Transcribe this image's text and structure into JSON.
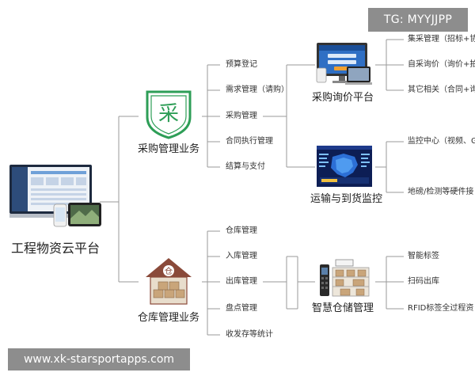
{
  "platform": {
    "label": "工程物资云平台"
  },
  "procurement": {
    "title": "采购管理业务",
    "icon_char": "采",
    "items": [
      "预算登记",
      "需求管理（请购）",
      "采购管理",
      "合同执行管理",
      "结算与支付"
    ]
  },
  "inquiry": {
    "title": "采购询价平台",
    "items": [
      "集采管理（招标+协",
      "自采询价（询价+拍",
      "其它相关（合同+询"
    ]
  },
  "monitoring": {
    "title": "运输与到货监控",
    "items": [
      "监控中心（视频、GP",
      "地磅/检测等硬件接"
    ]
  },
  "warehouse": {
    "title": "仓库管理业务",
    "icon_char": "仓",
    "items": [
      "仓库管理",
      "入库管理",
      "出库管理",
      "盘点管理",
      "收发存等统计"
    ]
  },
  "smart_storage": {
    "title": "智慧仓储管理",
    "items": [
      "智能标签",
      "扫码出库",
      "RFID标签全过程资"
    ]
  },
  "overlay": {
    "tg": "TG: MYYJJPP",
    "watermark": "www.xk-starsportapps.com"
  },
  "colors": {
    "line": "#9a9a9a",
    "procurement_icon": "#2e9e57",
    "warehouse_roof": "#8a4a3a",
    "warehouse_wall": "#e8ddcc",
    "overlay_bg": "#8d8d8d"
  }
}
